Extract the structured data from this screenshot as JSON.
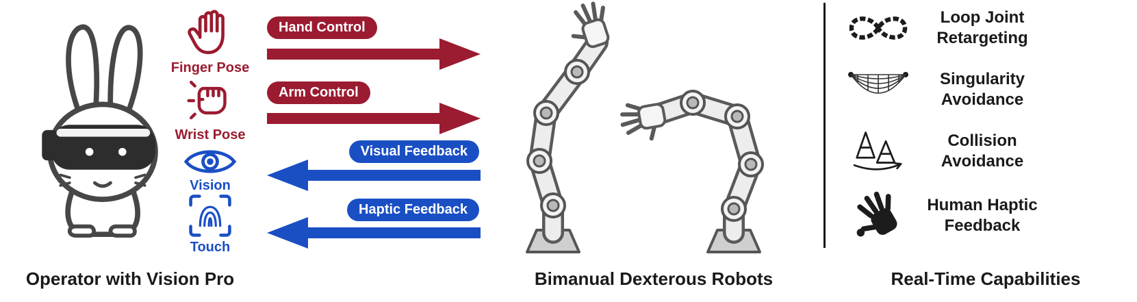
{
  "palette": {
    "dark_red": "#9b1b30",
    "blue": "#1a4fc4",
    "ink": "#1a1a1a"
  },
  "operator": {
    "caption": "Operator with Vision Pro",
    "signals": [
      {
        "label": "Finger Pose",
        "icon": "open-hand-icon",
        "color": "#9b1b30"
      },
      {
        "label": "Wrist Pose",
        "icon": "fist-icon",
        "color": "#9b1b30"
      },
      {
        "label": "Vision",
        "icon": "eye-icon",
        "color": "#1a4fc4"
      },
      {
        "label": "Touch",
        "icon": "fingerprint-scan-icon",
        "color": "#1a4fc4"
      }
    ]
  },
  "channels": [
    {
      "label": "Hand Control",
      "direction": "right",
      "color": "#9b1b30"
    },
    {
      "label": "Arm Control",
      "direction": "right",
      "color": "#9b1b30"
    },
    {
      "label": "Visual Feedback",
      "direction": "left",
      "color": "#1a4fc4"
    },
    {
      "label": "Haptic Feedback",
      "direction": "left",
      "color": "#1a4fc4"
    }
  ],
  "robots": {
    "caption": "Bimanual Dexterous Robots"
  },
  "capabilities": {
    "caption": "Real-Time Capabilities",
    "items": [
      {
        "label": "Loop Joint Retargeting",
        "icon": "chain-loop-icon"
      },
      {
        "label": "Singularity Avoidance",
        "icon": "singularity-net-icon"
      },
      {
        "label": "Collision Avoidance",
        "icon": "traffic-cones-icon"
      },
      {
        "label": "Human Haptic Feedback",
        "icon": "haptic-hand-icon"
      }
    ]
  }
}
